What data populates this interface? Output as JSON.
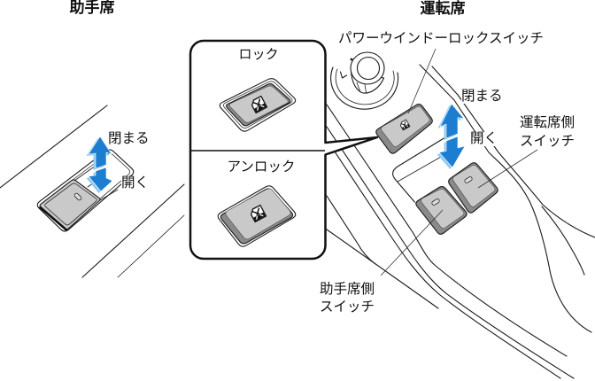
{
  "figure": {
    "passenger_side": {
      "heading": "助手席",
      "window_switch": {
        "close_label": "閉まる",
        "open_label": "開く"
      }
    },
    "driver_side": {
      "heading": "運転席",
      "lock_switch_label": "パワーウインドーロックスイッチ",
      "window_switch": {
        "close_label": "閉まる",
        "open_label": "開く"
      },
      "driver_switch_label": [
        "運転席側",
        "スイッチ"
      ],
      "passenger_switch_label": [
        "助手席側",
        "スイッチ"
      ]
    },
    "lock_switch_inset": {
      "locked": {
        "label": "ロック"
      },
      "unlocked": {
        "label": "アンロック"
      }
    }
  },
  "icons": {
    "lock_symbol": "window-lock-icon",
    "direction_arrow": "up-down-arrow-icon",
    "switch_mark": "pill-mark-icon",
    "mirror_knob": "mirror-control-knob-icon"
  },
  "colors": {
    "arrow": "#1c7dd1",
    "arrow_side": "#8fcaf0",
    "switch_face": "#c9c9c9",
    "switch_side": "#8a8a8a"
  }
}
